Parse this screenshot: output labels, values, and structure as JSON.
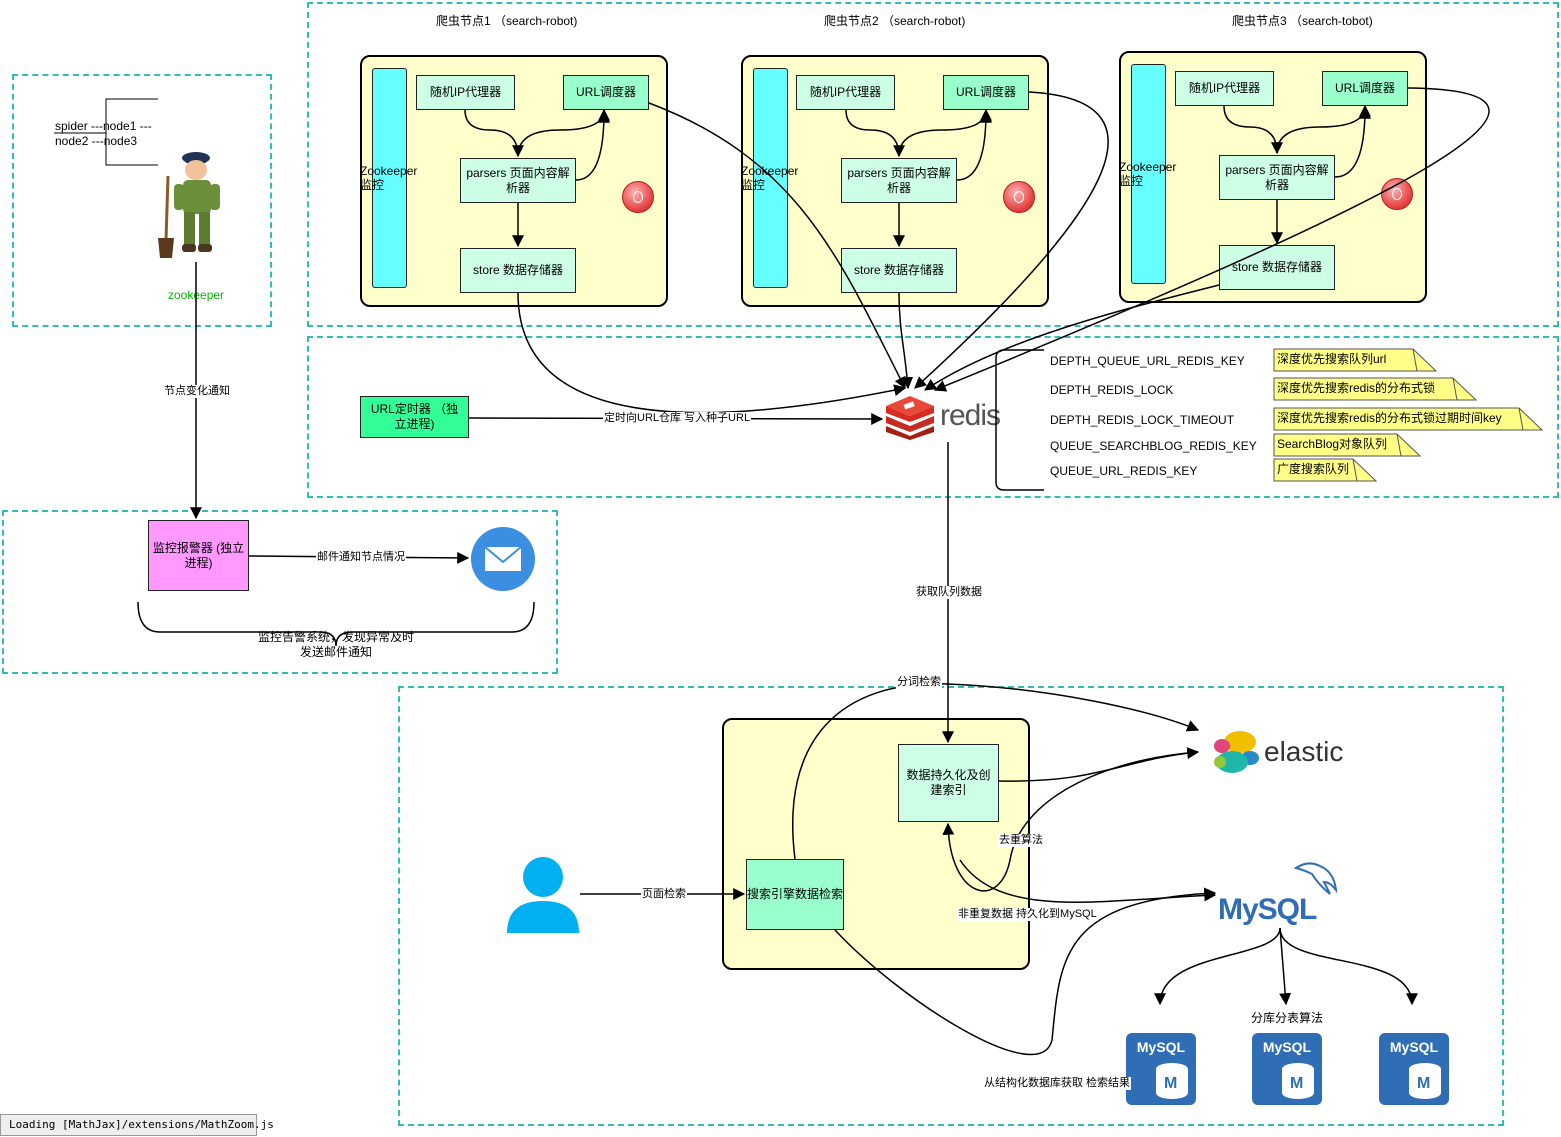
{
  "zookeeper": {
    "tree_line1": "spider ---node1 ---",
    "tree_line2": "node2 ---node3",
    "caption": "zookeeper",
    "notify_label": "节点变化通知"
  },
  "nodes": [
    {
      "title": "爬虫节点1 （search-robot)",
      "zk": "Zookeeper 监控",
      "proxy": "随机IP代理器",
      "scheduler": "URL调度器",
      "parser": "parsers 页面内容解析器",
      "store": "store 数据存储器"
    },
    {
      "title": "爬虫节点2 （search-robot)",
      "zk": "Zookeeper 监控",
      "proxy": "随机IP代理器",
      "scheduler": "URL调度器",
      "parser": "parsers 页面内容解析器",
      "store": "store 数据存储器"
    },
    {
      "title": "爬虫节点3 （search-tobot)",
      "zk": "Zookeeper 监控",
      "proxy": "随机IP代理器",
      "scheduler": "URL调度器",
      "parser": "parsers 页面内容解析器",
      "store": "store 数据存储器"
    }
  ],
  "timer": {
    "label": "URL定时器 （独立进程)",
    "edge_label": "定时向URL仓库 写入种子URL"
  },
  "redis": {
    "logo_text": "redis",
    "keys": [
      {
        "key": "DEPTH_QUEUE_URL_REDIS_KEY",
        "desc": "深度优先搜索队列url"
      },
      {
        "key": "DEPTH_REDIS_LOCK",
        "desc": "深度优先搜索redis的分布式锁"
      },
      {
        "key": "DEPTH_REDIS_LOCK_TIMEOUT",
        "desc": "深度优先搜索redis的分布式锁过期时间key"
      },
      {
        "key": "QUEUE_SEARCHBLOG_REDIS_KEY",
        "desc": "SearchBlog对象队列"
      },
      {
        "key": "QUEUE_URL_REDIS_KEY",
        "desc": "广度搜索队列"
      }
    ],
    "fetch_label": "获取队列数据"
  },
  "alarm": {
    "label": "监控报警器 (独立进程)",
    "mail_label": "邮件通知节点情况",
    "summary_line1": "监控告警系统，发现异常及时",
    "summary_line2": "发送邮件通知"
  },
  "search": {
    "persist_label": "数据持久化及创建索引",
    "engine_label": "搜索引擎数据检索",
    "page_search_label": "页面检索",
    "tokenize_label": "分词检索",
    "dedup_label": "去重算法",
    "nondup_label": "非重复数据 持久化到MySQL",
    "fetch_result_label": "从结构化数据库获取 检索结果",
    "elastic_text": "elastic",
    "mysql_text": "MySQL",
    "shard_label": "分库分表算法",
    "db_labels": [
      "MySQL",
      "MySQL",
      "MySQL"
    ]
  },
  "status_bar": "Loading [MathJax]/extensions/MathZoom.js",
  "colors": {
    "zone_border": "#2fbfb8",
    "yellow_panel": "#ffffcc",
    "cyan_bar": "#66ffff",
    "light_green": "#ccffe6",
    "mid_green": "#99ffcc",
    "timer_green": "#33ff99",
    "alarm_pink": "#ff99ff",
    "redis_red": "#d82c20",
    "mysql_blue": "#2f6eb5",
    "user_blue": "#00b0f0"
  }
}
